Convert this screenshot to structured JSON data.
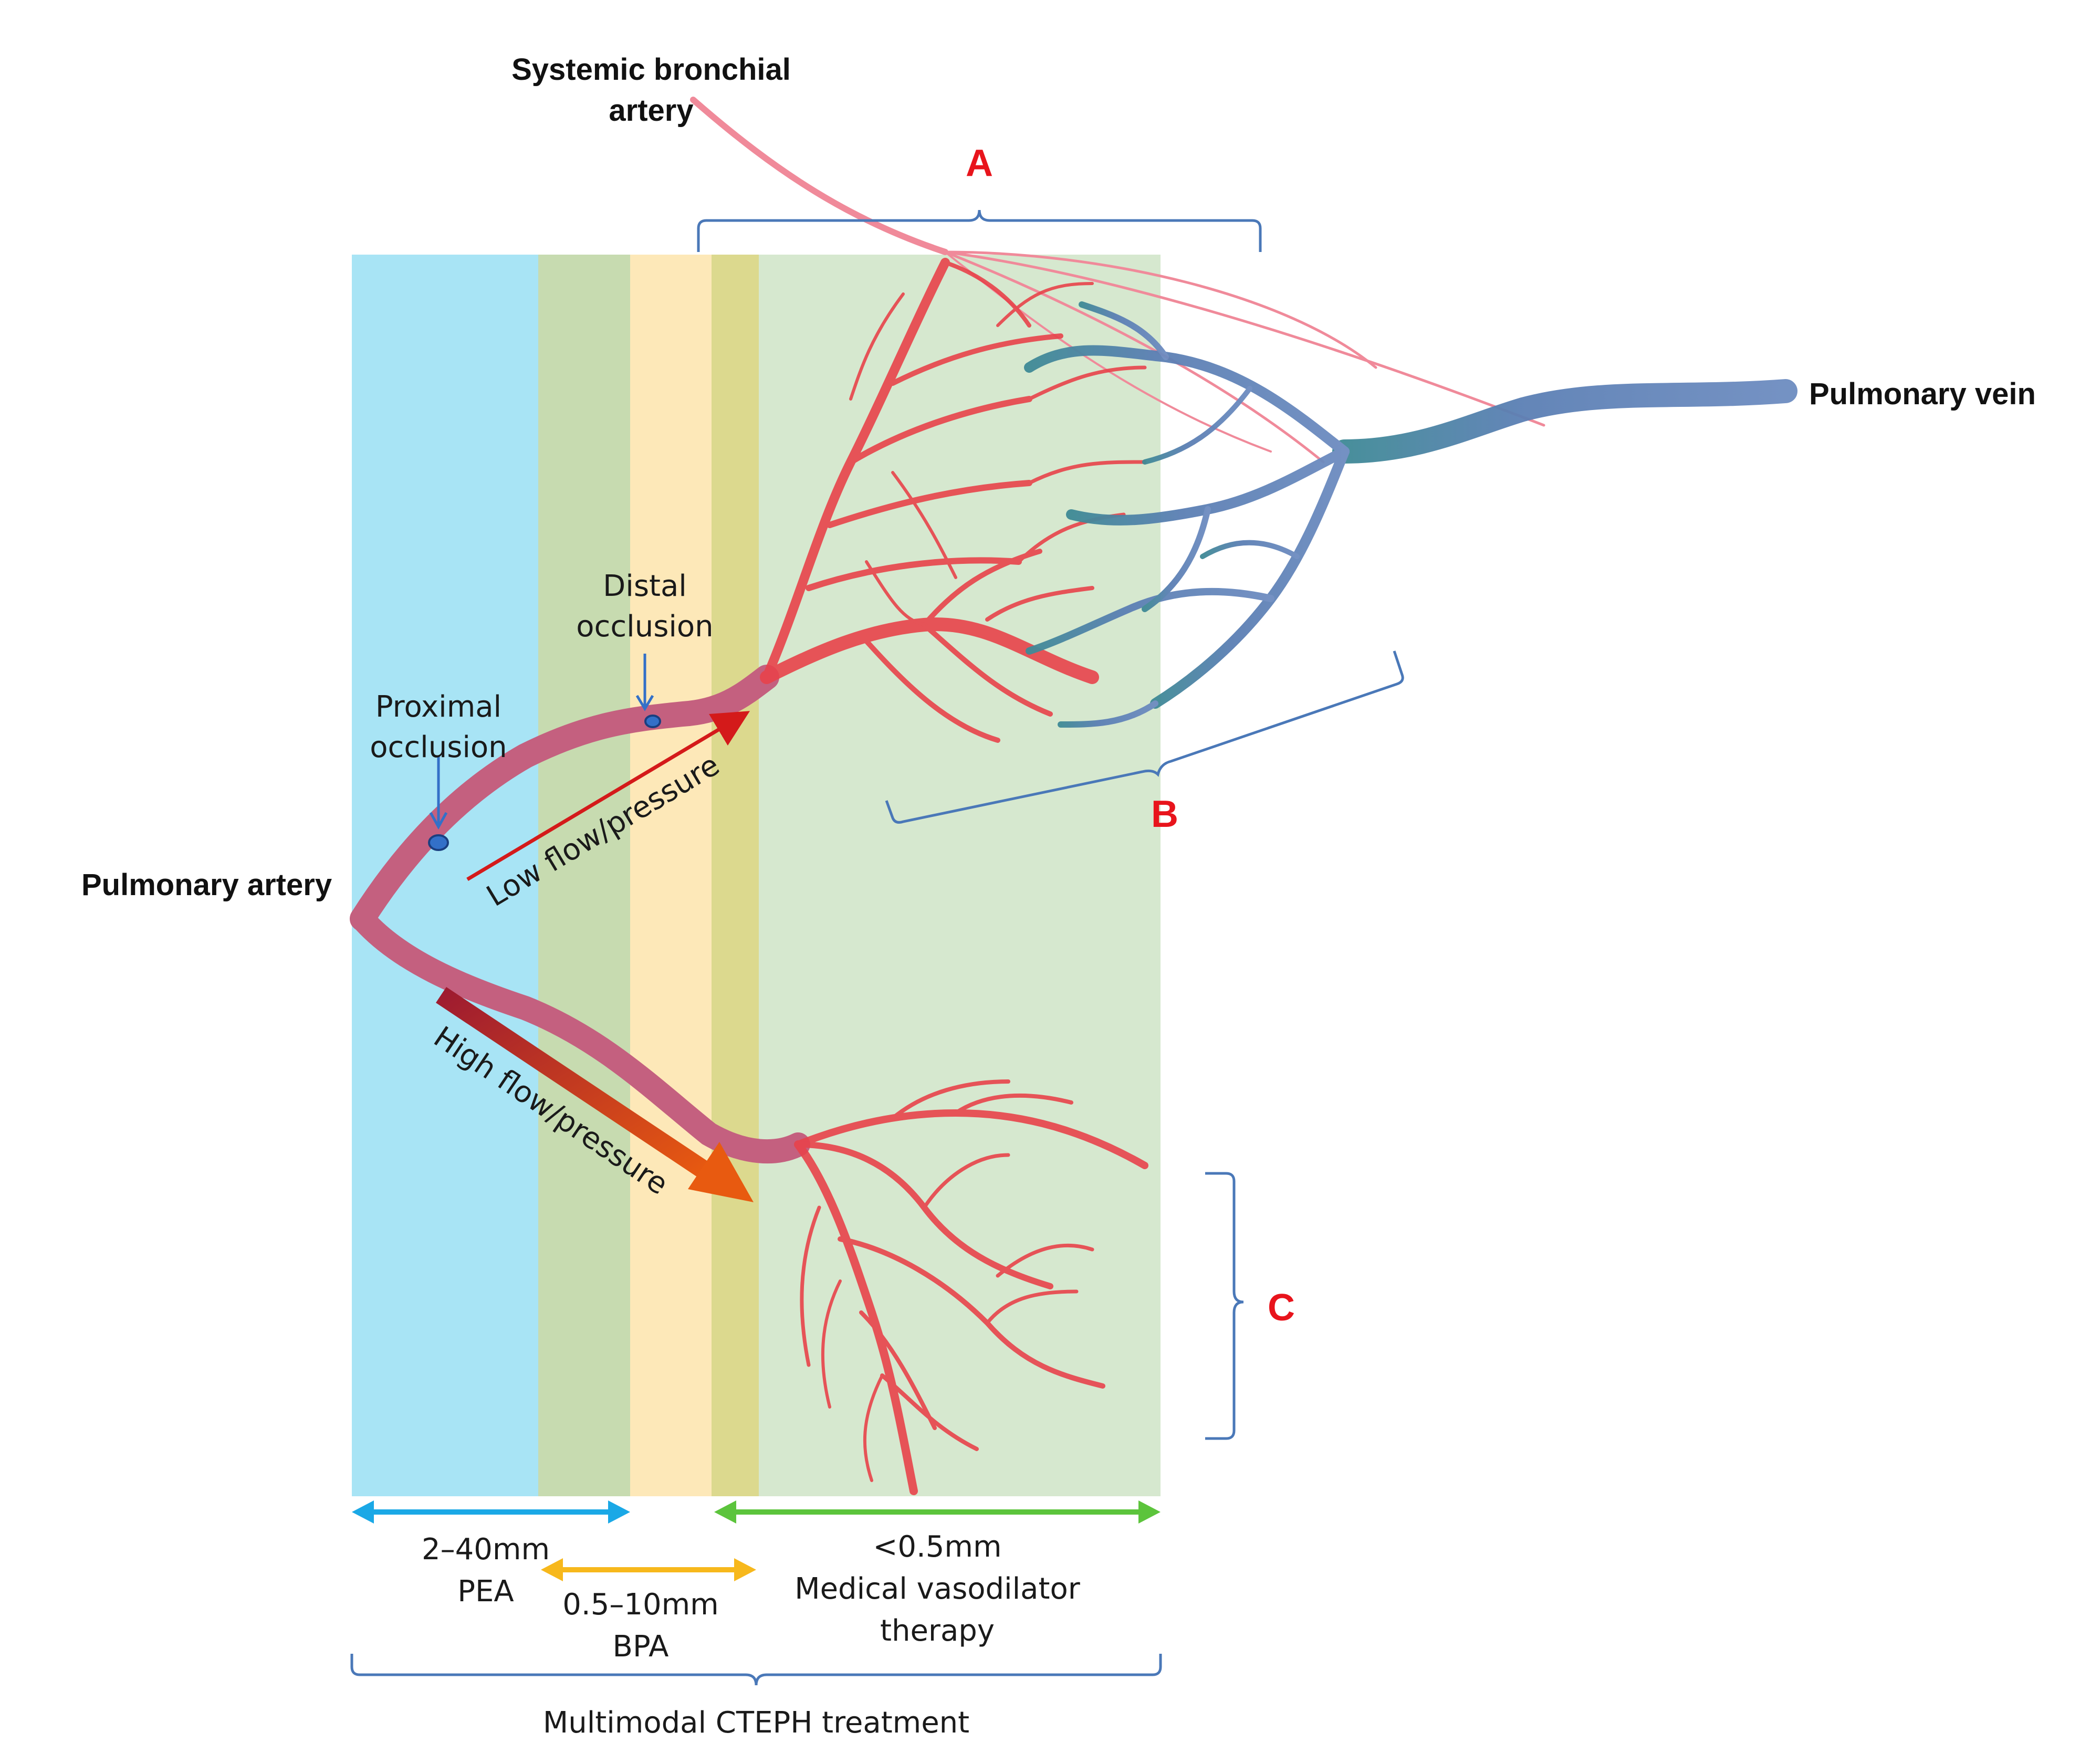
{
  "labels": {
    "systemic_bronchial_1": "Systemic bronchial",
    "systemic_bronchial_2": "artery",
    "pulmonary_vein": "Pulmonary vein",
    "pulmonary_artery": "Pulmonary artery",
    "distal_occlusion_1": "Distal",
    "distal_occlusion_2": "occlusion",
    "proximal_occlusion_1": "Proximal",
    "proximal_occlusion_2": "occlusion",
    "low_flow": "Low flow/pressure",
    "high_flow": "High flow/pressure",
    "region_a": "A",
    "region_b": "B",
    "region_c": "C"
  },
  "ranges": {
    "pea_size": "2–40mm",
    "pea_name": "PEA",
    "bpa_size": "0.5–10mm",
    "bpa_name": "BPA",
    "medical_size": "<0.5mm",
    "medical_name_1": "Medical vasodilator",
    "medical_name_2": "therapy",
    "overall": "Multimodal CTEPH treatment"
  },
  "colors": {
    "pea_band": "#a8e4f5",
    "bpa_band": "#fde8b8",
    "overlap_band": "#c7dbb0",
    "medical_band": "#d6e8cf",
    "artery": "#e8434b",
    "vein": "#5b7fb4",
    "trunk": "#c4607f",
    "bracket": "#4a78b8",
    "pea_arrow": "#1aa8e6",
    "bpa_arrow": "#f7b81c",
    "medical_arrow": "#5cc43c",
    "low_flow_arrow": "#d41a1a",
    "high_flow_arrow": "#d84a1a"
  }
}
